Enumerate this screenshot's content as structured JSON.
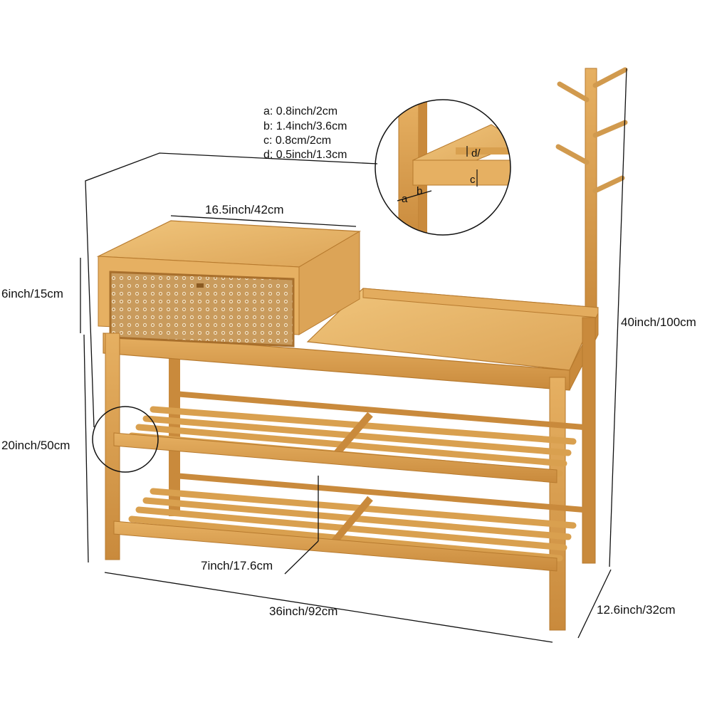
{
  "image": {
    "subject": "bamboo shoe bench with rattan drawer, two slatted shoe shelves and coat hooks",
    "colors": {
      "background": "#ffffff",
      "bamboo_light": "#e9b96a",
      "bamboo_mid": "#d9a04f",
      "bamboo_dark": "#b77a2e",
      "rattan": "#c89a5c",
      "dimension_line": "#222222"
    }
  },
  "dimensions": {
    "drawer_width": "16.5inch/42cm",
    "drawer_height": "6inch/15cm",
    "seat_height": "20inch/50cm",
    "shelf_spacing": "7inch/17.6cm",
    "total_width": "36inch/92cm",
    "depth": "12.6inch/32cm",
    "total_height": "40inch/100cm"
  },
  "detail_legend": {
    "a": "a: 0.8inch/2cm",
    "b": "b: 1.4inch/3.6cm",
    "c": "c: 0.8cm/2cm",
    "d": "d: 0.5inch/1.3cm"
  },
  "detail_labels": {
    "a": "a",
    "b": "b",
    "c": "c",
    "d": "d/"
  }
}
